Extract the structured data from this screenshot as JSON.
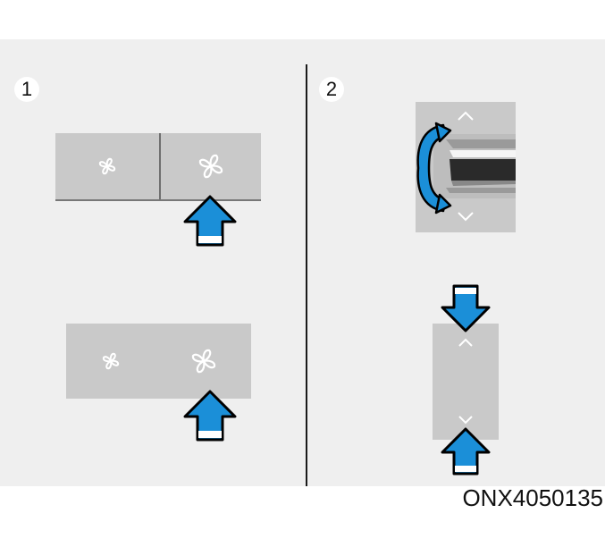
{
  "panels": [
    {
      "step": "1"
    },
    {
      "step": "2"
    }
  ],
  "figure_code": "ONX4050135",
  "colors": {
    "arrow_fill": "#1b8fd8",
    "arrow_outline": "#000000",
    "button_face": "#c9c9c9",
    "background": "#efefef"
  },
  "icons": [
    "fan-low-icon",
    "fan-high-icon",
    "chevron-up-icon",
    "chevron-down-icon",
    "curved-double-arrow-icon",
    "up-arrow-icon",
    "down-arrow-icon"
  ]
}
